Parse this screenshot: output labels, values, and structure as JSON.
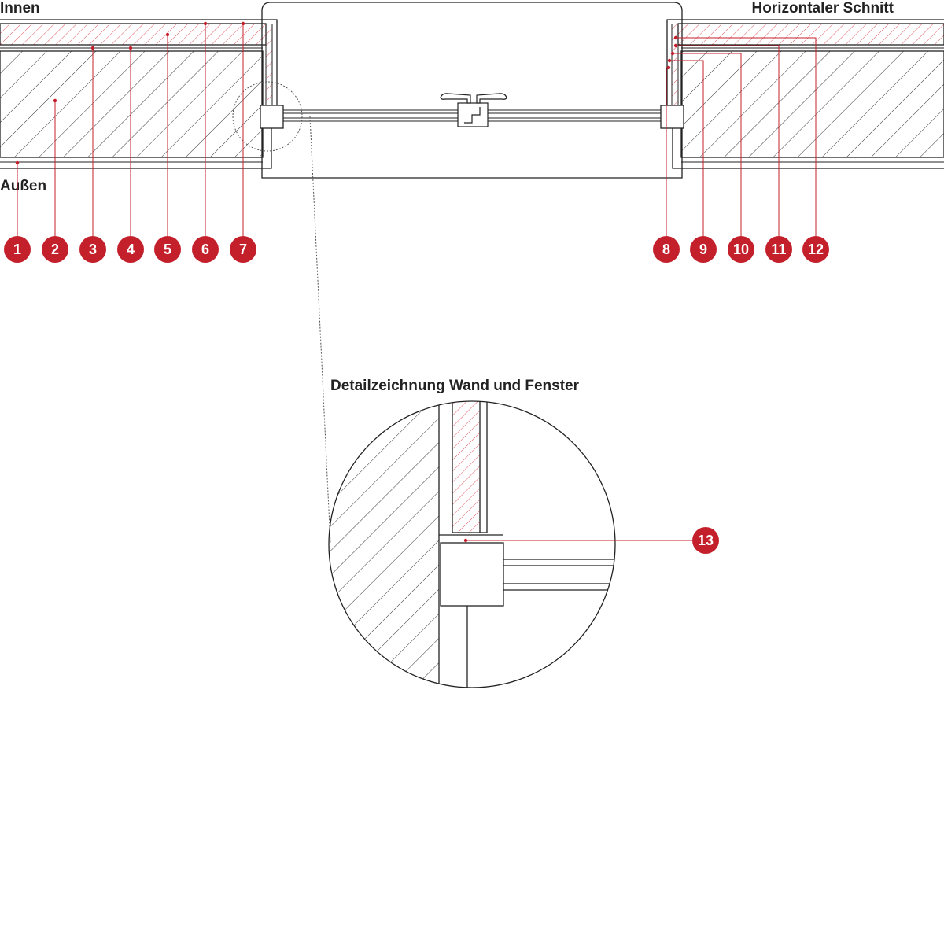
{
  "labels": {
    "inside": "Innen",
    "outside": "Außen",
    "section": "Horizontaler Schnitt",
    "detail_title": "Detailzeichnung Wand und Fenster"
  },
  "markers": {
    "left": [
      "1",
      "2",
      "3",
      "4",
      "5",
      "6",
      "7"
    ],
    "right": [
      "8",
      "9",
      "10",
      "11",
      "12"
    ],
    "detail": "13"
  },
  "colors": {
    "accent": "#c4202c",
    "line": "#222222",
    "hatch_red": "#e05560",
    "background": "#ffffff"
  }
}
